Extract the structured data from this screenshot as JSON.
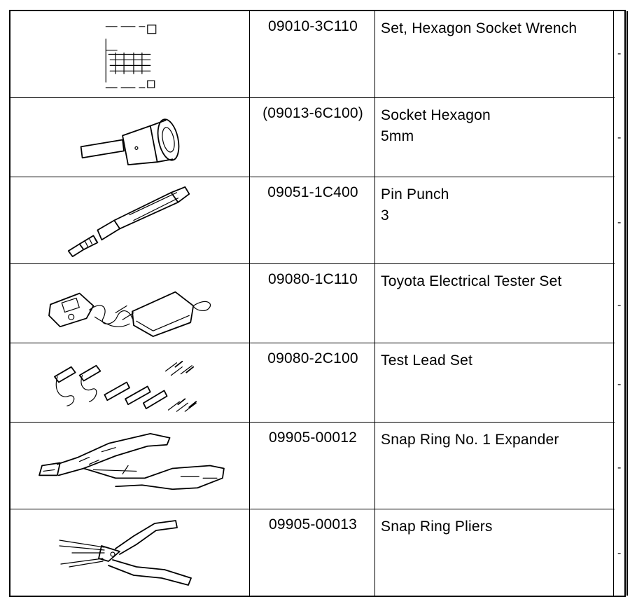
{
  "rows": [
    {
      "part_no": "09010-3C110",
      "name": "Set, Hexagon Socket Wrench",
      "note": "-",
      "illustration_icon": "hexagon-socket-wrench-set-icon"
    },
    {
      "part_no": "(09013-6C100)",
      "name": "Socket Hexagon\n5mm",
      "note": "-",
      "illustration_icon": "socket-hexagon-icon"
    },
    {
      "part_no": "09051-1C400",
      "name": "Pin Punch\n3",
      "note": "-",
      "illustration_icon": "pin-punch-icon"
    },
    {
      "part_no": "09080-1C110",
      "name": "Toyota Electrical Tester Set",
      "note": "-",
      "illustration_icon": "electrical-tester-set-icon"
    },
    {
      "part_no": "09080-2C100",
      "name": "Test Lead Set",
      "note": "-",
      "illustration_icon": "test-lead-set-icon"
    },
    {
      "part_no": "09905-00012",
      "name": "Snap Ring No. 1 Expander",
      "note": "-",
      "illustration_icon": "snap-ring-expander-icon"
    },
    {
      "part_no": "09905-00013",
      "name": "Snap Ring Pliers",
      "note": "-",
      "illustration_icon": "snap-ring-pliers-icon"
    }
  ]
}
